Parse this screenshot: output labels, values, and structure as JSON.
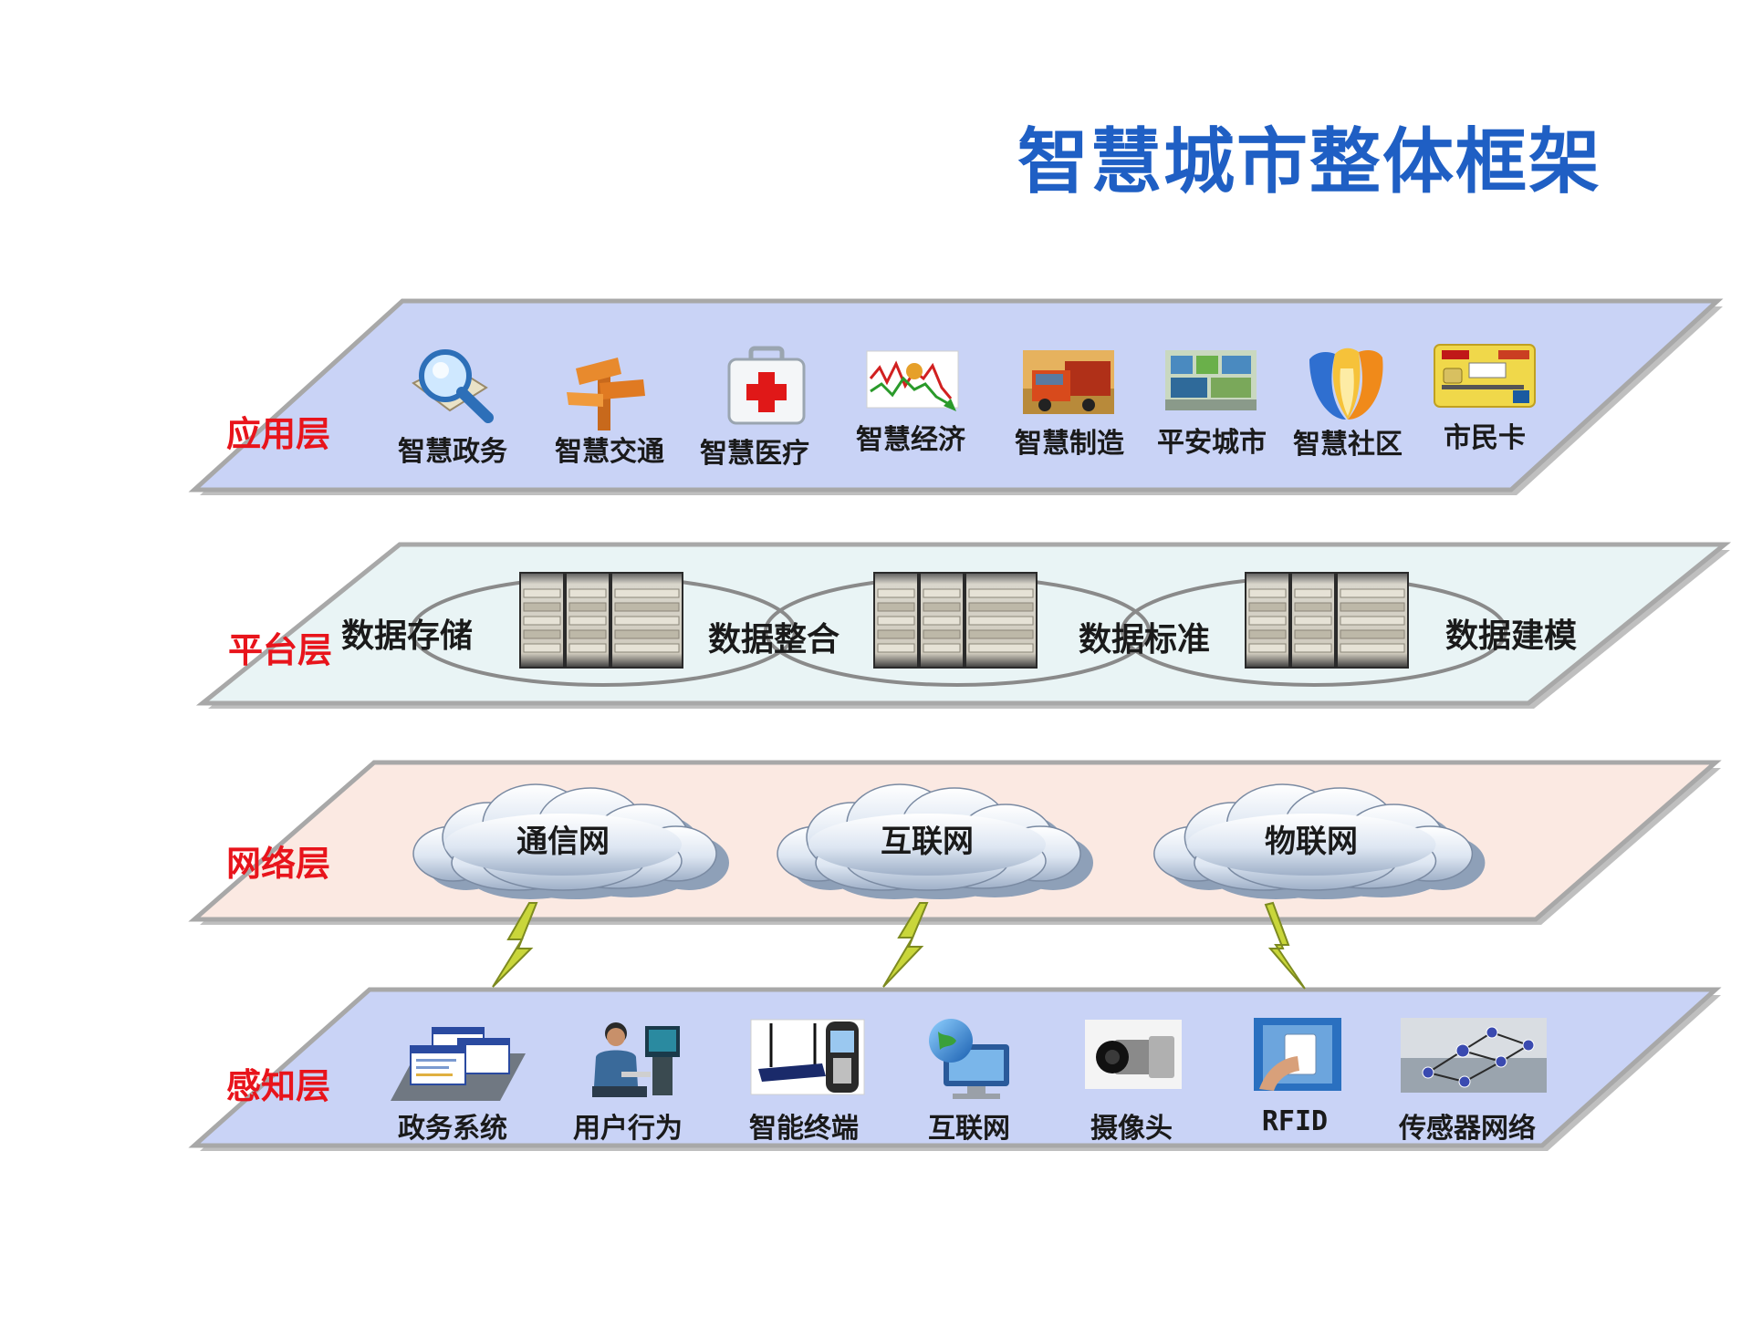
{
  "title": "智慧城市整体框架",
  "layers": {
    "application": {
      "label": "应用层",
      "items": [
        "智慧政务",
        "智慧交通",
        "智慧医疗",
        "智慧经济",
        "智慧制造",
        "平安城市",
        "智慧社区",
        "市民卡"
      ]
    },
    "platform": {
      "label": "平台层",
      "items": [
        "数据存储",
        "数据整合",
        "数据标准",
        "数据建模"
      ]
    },
    "network": {
      "label": "网络层",
      "items": [
        "通信网",
        "互联网",
        "物联网"
      ]
    },
    "perception": {
      "label": "感知层",
      "items": [
        "政务系统",
        "用户行为",
        "智能终端",
        "互联网",
        "摄像头",
        "RFID",
        "传感器网络"
      ]
    }
  },
  "colors": {
    "title": "#1f5fc4",
    "layer_label": "#e8141b",
    "application_fill": "#c9d3f6",
    "platform_fill": "#e9f4f5",
    "network_fill": "#fbe9e2",
    "perception_fill": "#c9d3f6",
    "lightning": "#c9d63a"
  },
  "icons": {
    "application": [
      "magnifier-map-icon",
      "signpost-icon",
      "first-aid-kit-icon",
      "stock-chart-icon",
      "truck-icon",
      "city-surveillance-icon",
      "community-logo-icon",
      "citizen-card-icon"
    ],
    "platform": "server-rack-icon",
    "network": "cloud-icon",
    "perception": [
      "government-system-screens-icon",
      "user-at-computer-icon",
      "router-phone-icon",
      "globe-monitor-icon",
      "camera-icon",
      "rfid-card-icon",
      "sensor-network-icon"
    ]
  }
}
